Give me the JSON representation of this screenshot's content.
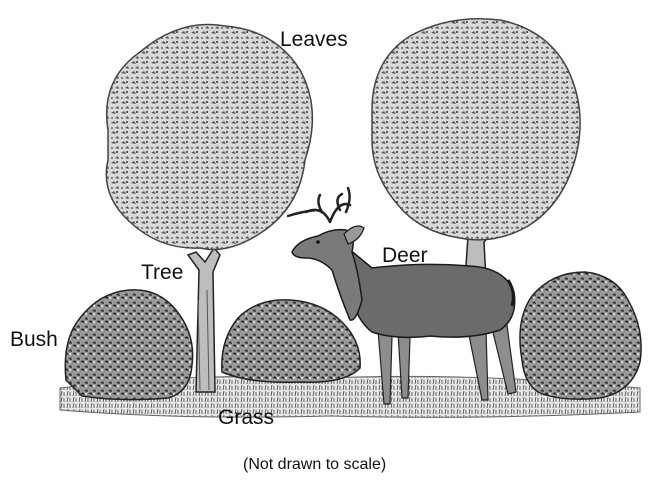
{
  "labels": {
    "leaves": "Leaves",
    "tree": "Tree",
    "deer": "Deer",
    "bush": "Bush",
    "grass": "Grass"
  },
  "caption": "(Not drawn to scale)",
  "style": {
    "ink": "#1a1a1a",
    "foliage_light": "#cfcfcf",
    "foliage_mid": "#8a8a8a",
    "deer_body": "#6b6b6b"
  }
}
